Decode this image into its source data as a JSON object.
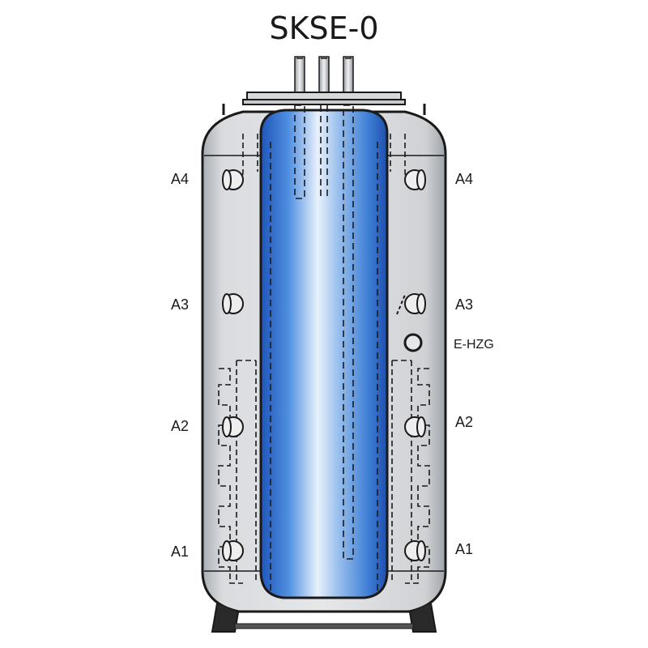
{
  "title": "SKSE-0",
  "labels": {
    "left": {
      "a4": "A4",
      "a3": "A3",
      "a2": "A2",
      "a1": "A1"
    },
    "right": {
      "a4": "A4",
      "a3": "A3",
      "ehzg": "E-HZG",
      "a2": "A2",
      "a1": "A1"
    }
  },
  "colors": {
    "tank_body": "#cfd1d5",
    "outline": "#1a1a1a",
    "inner_tank": "#2f6fd1",
    "inner_tank_highlight": "#eaf2fb"
  },
  "icons": [
    "connection-port-icon",
    "heater-port-icon"
  ]
}
